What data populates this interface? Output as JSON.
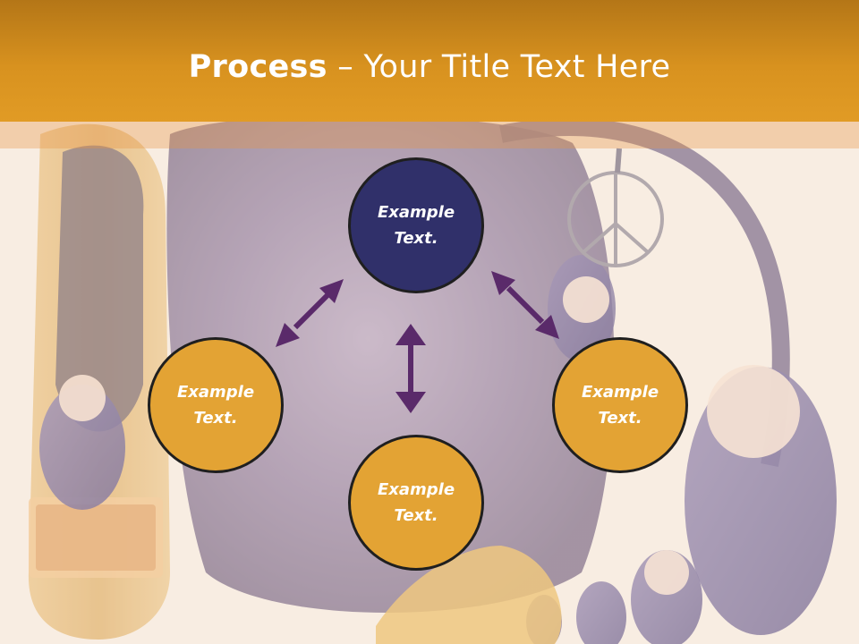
{
  "slide": {
    "title_bold": "Process",
    "title_rest": " – Your Title Text Here"
  },
  "diagram": {
    "nodes": [
      {
        "id": "top",
        "label": "Example Text.",
        "color": "#30306a"
      },
      {
        "id": "left",
        "label": "Example Text.",
        "color": "#e3a334"
      },
      {
        "id": "right",
        "label": "Example Text.",
        "color": "#e3a334"
      },
      {
        "id": "bottom",
        "label": "Example Text.",
        "color": "#e3a334"
      }
    ],
    "arrow_color": "#5a2a6a"
  }
}
